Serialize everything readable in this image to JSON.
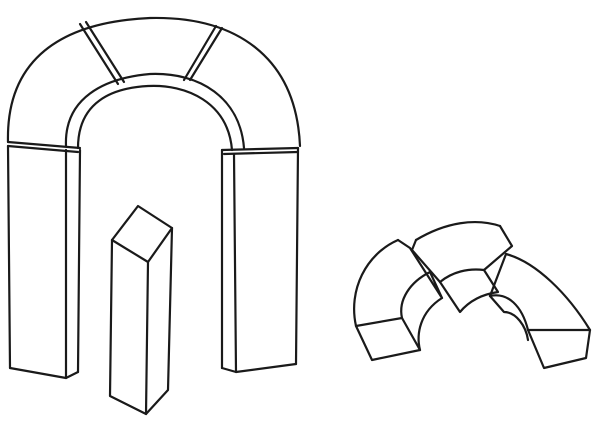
{
  "drawing": {
    "style": "hand-drawn line sketch",
    "colors": {
      "background": "#ffffff",
      "ink": "#1a1a1a"
    },
    "objects": [
      "assembled-arch",
      "standalone-column",
      "disassembled-arch-segments"
    ]
  }
}
